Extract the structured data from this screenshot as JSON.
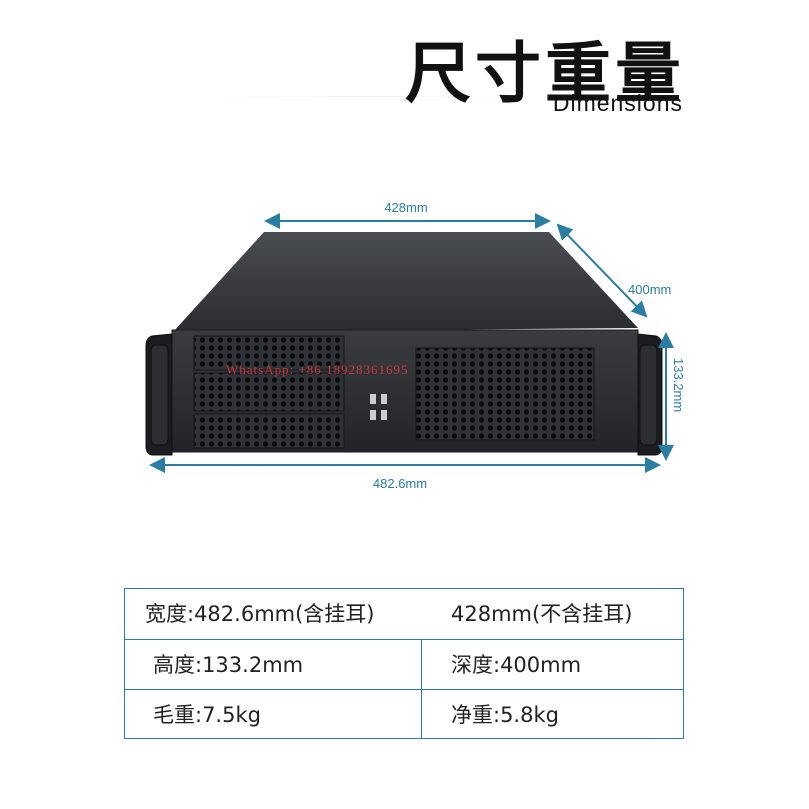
{
  "header": {
    "title_cn": "尺寸重量",
    "title_en": "Dimensions"
  },
  "dimensions": {
    "width_top": "428mm",
    "depth": "400mm",
    "height": "133.2mm",
    "width_bottom": "482.6mm"
  },
  "watermark": "WhatsApp: +86 18928361695",
  "specs": {
    "rows": [
      {
        "left": "宽度:482.6mm(含挂耳)",
        "right": "428mm(不含挂耳)"
      },
      {
        "left": "高度:133.2mm",
        "right": "深度:400mm"
      },
      {
        "left": "毛重:7.5kg",
        "right": "净重:5.8kg"
      }
    ]
  },
  "colors": {
    "accent": "#2a7da3",
    "chassis": "#2b2d30"
  }
}
